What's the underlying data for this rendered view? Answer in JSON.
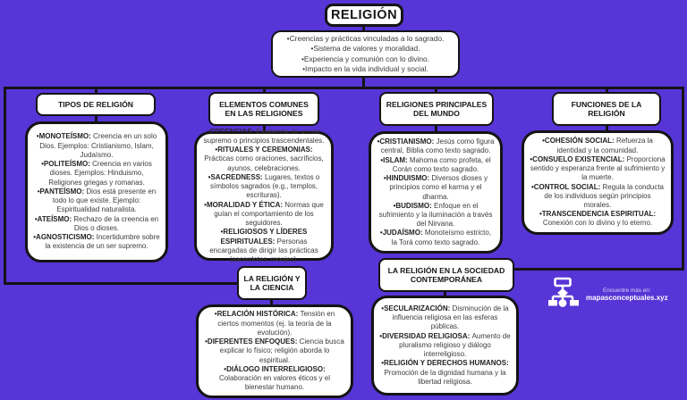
{
  "page": {
    "background_color": "#5735d6",
    "box_background": "#ffffff",
    "line_color": "#141414"
  },
  "title": "RELIGIÓN",
  "overview": {
    "items": [
      "•Creencias y prácticas vinculadas a lo sagrado.",
      "•Sistema de valores y moralidad.",
      "•Experiencia y comunión con lo divino.",
      "•Impacto en la vida individual y social."
    ]
  },
  "branches": [
    {
      "title": "TIPOS DE RELIGIÓN",
      "entries": [
        {
          "term": "•MONOTEÍSMO:",
          "text": "Creencia en un solo Dios. Ejemplos: Cristianismo, Islam, Judaísmo."
        },
        {
          "term": "•POLITEÍSMO:",
          "text": "Creencia en varios dioses. Ejemplos: Hinduismo, Religiones griegas y romanas."
        },
        {
          "term": "•PANTEÍSMO:",
          "text": "Dios está presente en todo lo que existe. Ejemplo: Espiritualidad naturalista."
        },
        {
          "term": "•ATEÍSMO:",
          "text": "Rechazo de la creencia en Dios o dioses."
        },
        {
          "term": "•AGNOSTICISMO:",
          "text": "Incertidumbre sobre la existencia de un ser supremo."
        }
      ]
    },
    {
      "title": "ELEMENTOS COMUNES EN LAS RELIGIONES",
      "entries": [
        {
          "term": "•CREENCIAS:",
          "text": "Existencia de un ser supremo o principios trascendentales."
        },
        {
          "term": "•RITUALES Y CEREMONIAS:",
          "text": "Prácticas como oraciones, sacrificios, ayunos, celebraciones."
        },
        {
          "term": "•SACREDNESS:",
          "text": "Lugares, textos o símbolos sagrados (e.g., templos, escrituras)."
        },
        {
          "term": "•MORALIDAD Y ÉTICA:",
          "text": "Normas que guían el comportamiento de los seguidores."
        },
        {
          "term": "•RELIGIOSOS Y LÍDERES ESPIRITUALES:",
          "text": "Personas encargadas de dirigir las prácticas (sacerdotes, monjes)."
        }
      ]
    },
    {
      "title": "RELIGIONES PRINCIPALES DEL MUNDO",
      "entries": [
        {
          "term": "•CRISTIANISMO:",
          "text": "Jesús como figura central, Biblia como texto sagrado."
        },
        {
          "term": "•ISLAM:",
          "text": "Mahoma como profeta, el Corán como texto sagrado."
        },
        {
          "term": "•HINDUISMO:",
          "text": "Diversos dioses y principios como el karma y el dharma."
        },
        {
          "term": "•BUDISMO:",
          "text": "Enfoque en el sufrimiento y la iluminación a través del Nirvana."
        },
        {
          "term": "•JUDAÍSMO:",
          "text": "Monoteísmo estricto, la Torá como texto sagrado."
        }
      ]
    },
    {
      "title": "FUNCIONES DE LA RELIGIÓN",
      "entries": [
        {
          "term": "•COHESIÓN SOCIAL:",
          "text": "Refuerza la identidad y la comunidad."
        },
        {
          "term": "•CONSUELO EXISTENCIAL:",
          "text": "Proporciona sentido y esperanza frente al sufrimiento y la muerte."
        },
        {
          "term": "•CONTROL SOCIAL:",
          "text": "Regula la conducta de los individuos según principios morales."
        },
        {
          "term": "•TRANSCENDENCIA ESPIRITUAL:",
          "text": "Conexión con lo divino y lo eterno."
        }
      ]
    },
    {
      "title": "LA RELIGIÓN Y LA CIENCIA",
      "entries": [
        {
          "term": "•RELACIÓN HISTÓRICA:",
          "text": "Tensión en ciertos momentos (ej. la teoría de la evolución)."
        },
        {
          "term": "•DIFERENTES ENFOQUES:",
          "text": "Ciencia busca explicar lo físico; religión aborda lo espiritual."
        },
        {
          "term": "•DIÁLOGO INTERRELIGIOSO:",
          "text": "Colaboración en valores éticos y el bienestar humano."
        }
      ]
    },
    {
      "title": "LA RELIGIÓN EN LA SOCIEDAD CONTEMPORÁNEA",
      "entries": [
        {
          "term": "•SECULARIZACIÓN:",
          "text": "Disminución de la influencia religiosa en las esferas públicas."
        },
        {
          "term": "•DIVERSIDAD RELIGIOSA:",
          "text": "Aumento de pluralismo religioso y diálogo interreligioso."
        },
        {
          "term": "•RELIGIÓN Y DERECHOS HUMANOS:",
          "text": "Promoción de la dignidad humana y la libertad religiosa."
        }
      ]
    }
  ],
  "watermark": {
    "line1": "Encuentre más en:",
    "line2": "mapasconceptuales.xyz",
    "icon": "concept-map-icon"
  }
}
